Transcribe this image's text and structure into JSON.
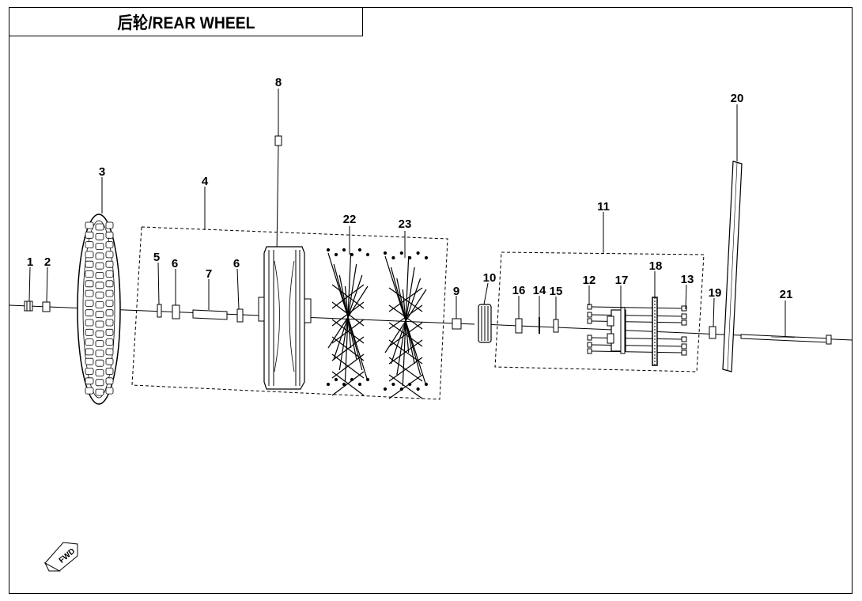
{
  "title": "后轮/REAR WHEEL",
  "fwd_label": "FWD",
  "callouts": [
    "1",
    "2",
    "3",
    "4",
    "5",
    "6",
    "7",
    "6",
    "8",
    "9",
    "10",
    "11",
    "12",
    "13",
    "14",
    "15",
    "16",
    "17",
    "18",
    "19",
    "20",
    "21",
    "22",
    "23"
  ]
}
